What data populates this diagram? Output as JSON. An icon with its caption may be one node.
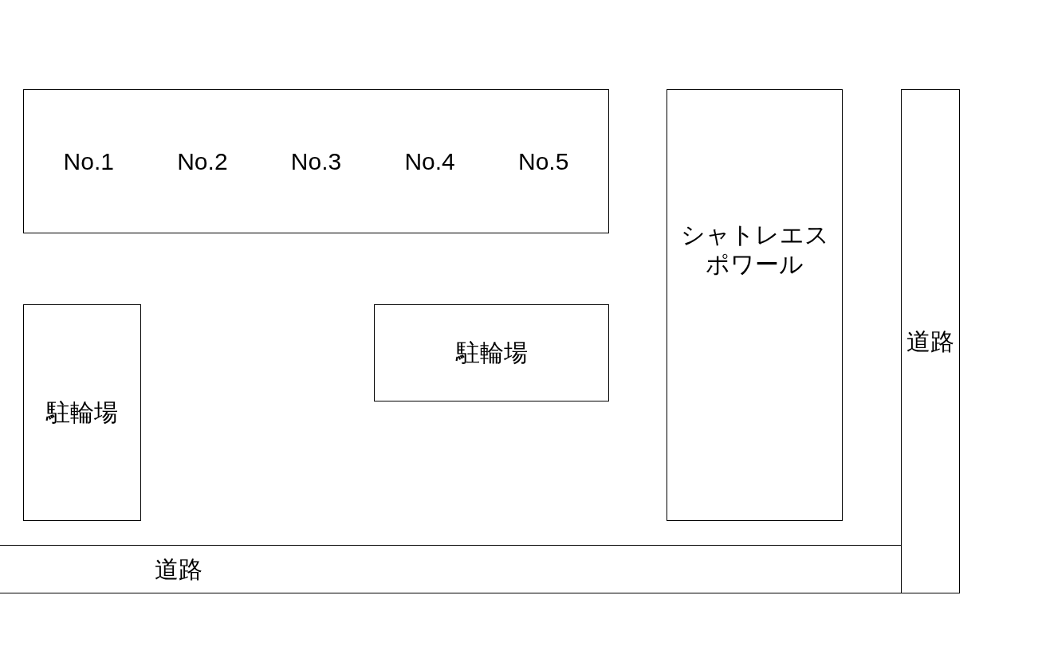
{
  "diagram": {
    "nodes": [
      {
        "text": [
          "No.1",
          "No.2",
          "No.3",
          "No.4",
          "No.5"
        ]
      },
      {
        "text": [
          "駐輪場"
        ]
      },
      {
        "text": [
          "駐輪場"
        ]
      },
      {
        "text": [
          "シャトレエスポワール"
        ]
      },
      {
        "text": [
          "道路"
        ]
      },
      {
        "text": [
          "道路"
        ]
      }
    ]
  }
}
